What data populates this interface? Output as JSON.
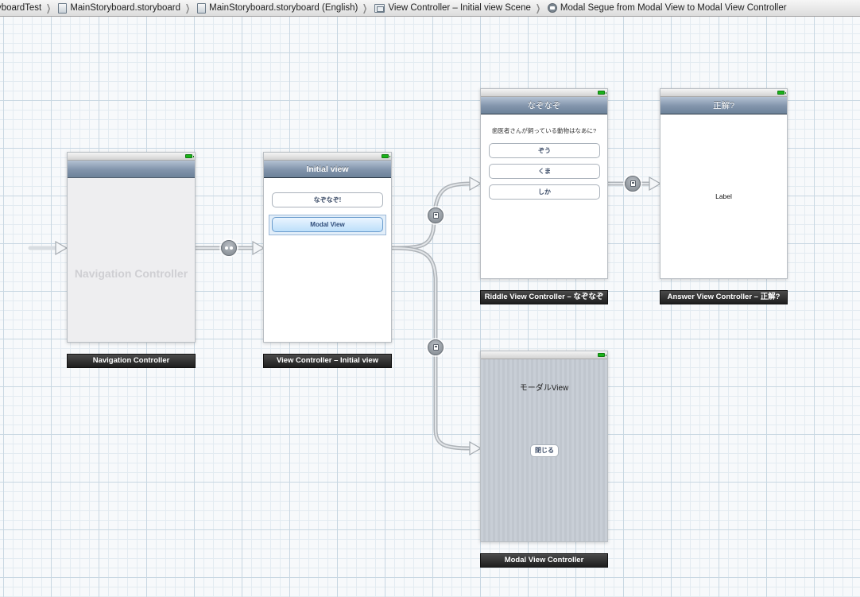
{
  "breadcrumb": [
    {
      "label": "yboardTest",
      "icon": "project-icon"
    },
    {
      "label": "MainStoryboard.storyboard",
      "icon": "storyboard-file-icon"
    },
    {
      "label": "MainStoryboard.storyboard (English)",
      "icon": "storyboard-file-icon"
    },
    {
      "label": "View Controller – Initial view Scene",
      "icon": "scene-icon"
    },
    {
      "label": "Modal Segue from Modal View to Modal View Controller",
      "icon": "segue-icon"
    }
  ],
  "scenes": {
    "navigation": {
      "placeholder": "Navigation Controller",
      "label": "Navigation Controller"
    },
    "initial": {
      "nav_title": "Initial view",
      "buttons": [
        "なぞなぞ!",
        "Modal View"
      ],
      "label": "View Controller – Initial view"
    },
    "riddle": {
      "nav_title": "なぞなぞ",
      "question": "歯医者さんが飼っている動物はなあに?",
      "buttons": [
        "ぞう",
        "くま",
        "しか"
      ],
      "label": "Riddle View Controller – なぞなぞ"
    },
    "answer": {
      "nav_title": "正解?",
      "text": "Label",
      "label": "Answer View Controller – 正解?"
    },
    "modal": {
      "title": "モーダルView",
      "button": "閉じる",
      "label": "Modal View Controller"
    }
  },
  "colors": {
    "navbar": "#8194ab",
    "scene_label": "#1e1e1e",
    "canvas": "#f7f9fb",
    "status_battery": "#19b319"
  }
}
